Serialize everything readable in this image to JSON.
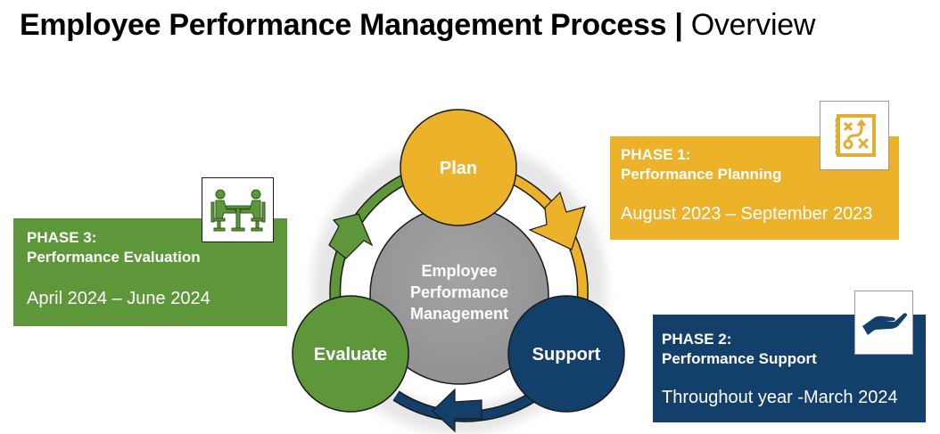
{
  "header": {
    "title_bold": "Employee Performance Management Process",
    "separator": " | ",
    "title_light": "Overview"
  },
  "diagram": {
    "center_label": [
      "Employee",
      "Performance",
      "Management"
    ],
    "nodes": [
      {
        "id": "plan",
        "label": "Plan",
        "color": "#EBB22A"
      },
      {
        "id": "support",
        "label": "Support",
        "color": "#133F6B"
      },
      {
        "id": "evaluate",
        "label": "Evaluate",
        "color": "#5E963A"
      }
    ],
    "center_color": "#9B9A9C"
  },
  "phases": [
    {
      "id": "phase1",
      "title": "PHASE 1:",
      "name": "Performance Planning",
      "dates": "August 2023 – September 2023",
      "color": "#EBB22A",
      "icon": "strategy-plan-icon"
    },
    {
      "id": "phase2",
      "title": "PHASE 2:",
      "name": "Performance Support",
      "dates": "Throughout year -March 2024",
      "color": "#133F6B",
      "icon": "helping-hand-icon"
    },
    {
      "id": "phase3",
      "title": "PHASE 3:",
      "name": "Performance Evaluation",
      "dates": "April 2024 – June 2024",
      "color": "#5E963A",
      "icon": "meeting-table-icon"
    }
  ]
}
